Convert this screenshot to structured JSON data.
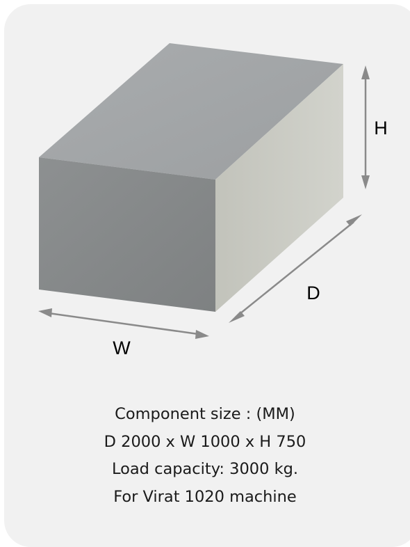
{
  "diagram": {
    "labels": {
      "height": "H",
      "depth": "D",
      "width": "W"
    },
    "colors": {
      "card_background": "#f1f1f1",
      "box_front": "#888b8c",
      "box_top": "#a3a6a8",
      "box_side": "#c8c9c1",
      "arrow": "#888888"
    }
  },
  "caption": {
    "line1": "Component size : (MM)",
    "line2": "D 2000 x W 1000 x H 750",
    "line3": "Load capacity: 3000 kg.",
    "line4": "For Virat 1020 machine"
  }
}
